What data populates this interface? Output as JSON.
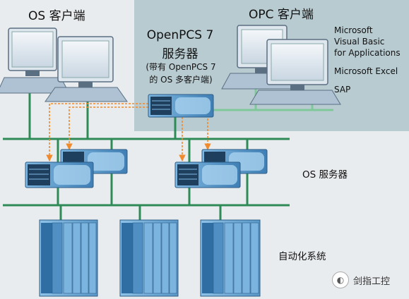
{
  "labels": {
    "os_client": "OS 客户端",
    "opc_client": "OPC 客户端",
    "openpcs_title": "OpenPCS 7",
    "openpcs_server": "服务器",
    "openpcs_note_1": "(带有 OpenPCS 7",
    "openpcs_note_2": "的 OS 多客户端)",
    "os_server": "OS 服务器",
    "automation_system": "自动化系统"
  },
  "opc_apps": {
    "vba_1": "Microsoft",
    "vba_2": "Visual Basic",
    "vba_3": "for Applications",
    "excel": "Microsoft Excel",
    "sap": "SAP"
  },
  "watermark": {
    "icon": "wechat-icon",
    "text": "剑指工控"
  },
  "colors": {
    "background": "#e9ecee",
    "opc_panel": "#b8cbd1",
    "bus_green": "#2e8b57",
    "opc_link_green": "#7fc89a",
    "data_arrow_orange": "#f08a2c",
    "device_blue": "#6aa9d6"
  }
}
